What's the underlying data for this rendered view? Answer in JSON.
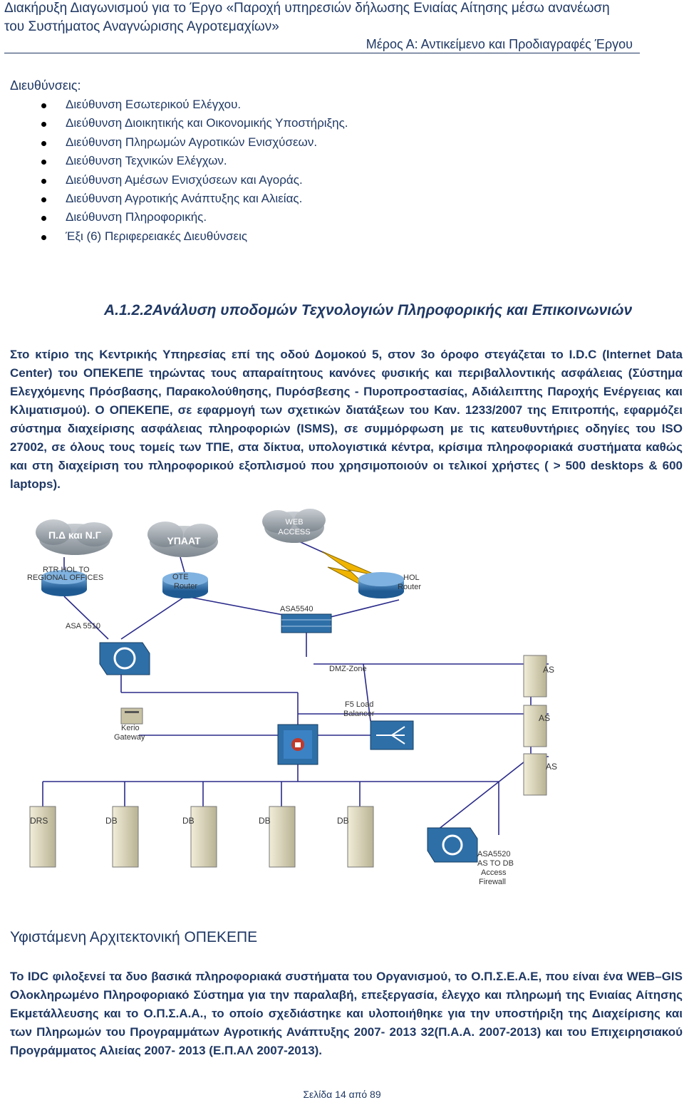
{
  "header": {
    "title_line1": "Διακήρυξη Διαγωνισμού για το Έργο «Παροχή υπηρεσιών δήλωσης Ενιαίας Αίτησης μέσω ανανέωση",
    "title_line2": "του Συστήματος Αναγνώρισης Αγροτεμαχίων»",
    "part": "Μέρος Α: Αντικείμενο και Προδιαγραφές Έργου"
  },
  "directorates": {
    "heading": "Διευθύνσεις:",
    "items": [
      "Διεύθυνση Εσωτερικού Ελέγχου.",
      "Διεύθυνση Διοικητικής και Οικονομικής Υποστήριξης.",
      "Διεύθυνση Πληρωμών Αγροτικών Ενισχύσεων.",
      "Διεύθυνση Τεχνικών Ελέγχων.",
      "Διεύθυνση Αμέσων Ενισχύσεων και Αγοράς.",
      "Διεύθυνση Αγροτικής Ανάπτυξης και Αλιείας.",
      "Διεύθυνση Πληροφορικής.",
      "Έξι (6) Περιφερειακές Διευθύνσεις"
    ]
  },
  "section": {
    "number": "Α.1.2.2",
    "title": "Ανάλυση υποδομών Τεχνολογιών Πληροφορικής και Επικοινωνιών"
  },
  "paragraph1": "Στο κτίριο της Κεντρικής Υπηρεσίας επί της οδού Δομοκού 5, στον 3ο όροφο στεγάζεται το I.D.C (Internet Data Center) του ΟΠΕΚΕΠΕ τηρώντας τους απαραίτητους κανόνες φυσικής και περιβαλλοντικής ασφάλειας (Σύστημα Ελεγχόμενης Πρόσβασης, Παρακολούθησης, Πυρόσβεσης - Πυροπροστασίας, Αδιάλειπτης Παροχής Ενέργειας και Κλιματισμού). Ο ΟΠΕΚΕΠΕ, σε εφαρμογή των σχετικών διατάξεων του Καν. 1233/2007 της Επιτροπής, εφαρμόζει σύστημα διαχείρισης ασφάλειας πληροφοριών (ISMS), σε συμμόρφωση με τις κατευθυντήριες οδηγίες του ISO 27002, σε όλους τους τομείς των ΤΠΕ, στα δίκτυα, υπολογιστικά κέντρα, κρίσιμα πληροφοριακά συστήματα καθώς και στη διαχείριση του πληροφορικού εξοπλισμού που χρησιμοποιούν οι τελικοί χρήστες ( > 500 desktops & 600 laptops).",
  "diagram": {
    "labels": {
      "cloud1": "Π.Δ και Ν.Γ",
      "cloud2": "ΥΠΑΑΤ",
      "cloud3_line1": "WEB",
      "cloud3_line2": "ACCESS",
      "rtr_line1": "RTR HOL TO",
      "rtr_line2": "REGIONAL OFFICES",
      "ote_line1": "OTE",
      "ote_line2": "Router",
      "hol_line1": "HOL",
      "hol_line2": "Router",
      "asa5540": "ASA5540",
      "asa5510": "ASA 5510",
      "dmz": "DMZ-Zone",
      "f5_line1": "F5 Load",
      "f5_line2": "Balancer",
      "kerio_line1": "Kerio",
      "kerio_line2": "Gateway",
      "as1": "AS",
      "as2": "AS",
      "as3": "AS",
      "drs": "DRS",
      "db1": "DB",
      "db2": "DB",
      "db3": "DB",
      "db4": "DB",
      "asa5520_line1": "ASA5520",
      "asa5520_line2": "AS TO DB",
      "asa5520_line3": "Access",
      "asa5520_line4": "Firewall"
    },
    "colors": {
      "cloud": "#9aa3ab",
      "router": "#2e6fa8",
      "server": "#d8d2b6",
      "link": "#2a2a8a"
    }
  },
  "caption": "Υφιστάμενη Αρχιτεκτονική ΟΠΕΚΕΠΕ",
  "paragraph2": "Το IDC φιλοξενεί τα δυο βασικά πληροφοριακά συστήματα του Οργανισμού, το Ο.Π.Σ.Ε.Α.Ε, που είναι ένα WEB–GIS Ολοκληρωμένο Πληροφοριακό Σύστημα για την παραλαβή, επεξεργασία, έλεγχο και πληρωμή της Ενιαίας Αίτησης Εκμετάλλευσης και το Ο.Π.Σ.Α.Α., το οποίο σχεδιάστηκε και υλοποιήθηκε για την υποστήριξη της Διαχείρισης και των Πληρωμών του Προγραμμάτων Αγροτικής Ανάπτυξης 2007- 2013 32(Π.Α.Α. 2007-2013) και του Επιχειρησιακού Προγράμματος Αλιείας 2007- 2013 (Ε.Π.ΑΛ 2007-2013).",
  "footer": "Σελίδα 14 από 89"
}
